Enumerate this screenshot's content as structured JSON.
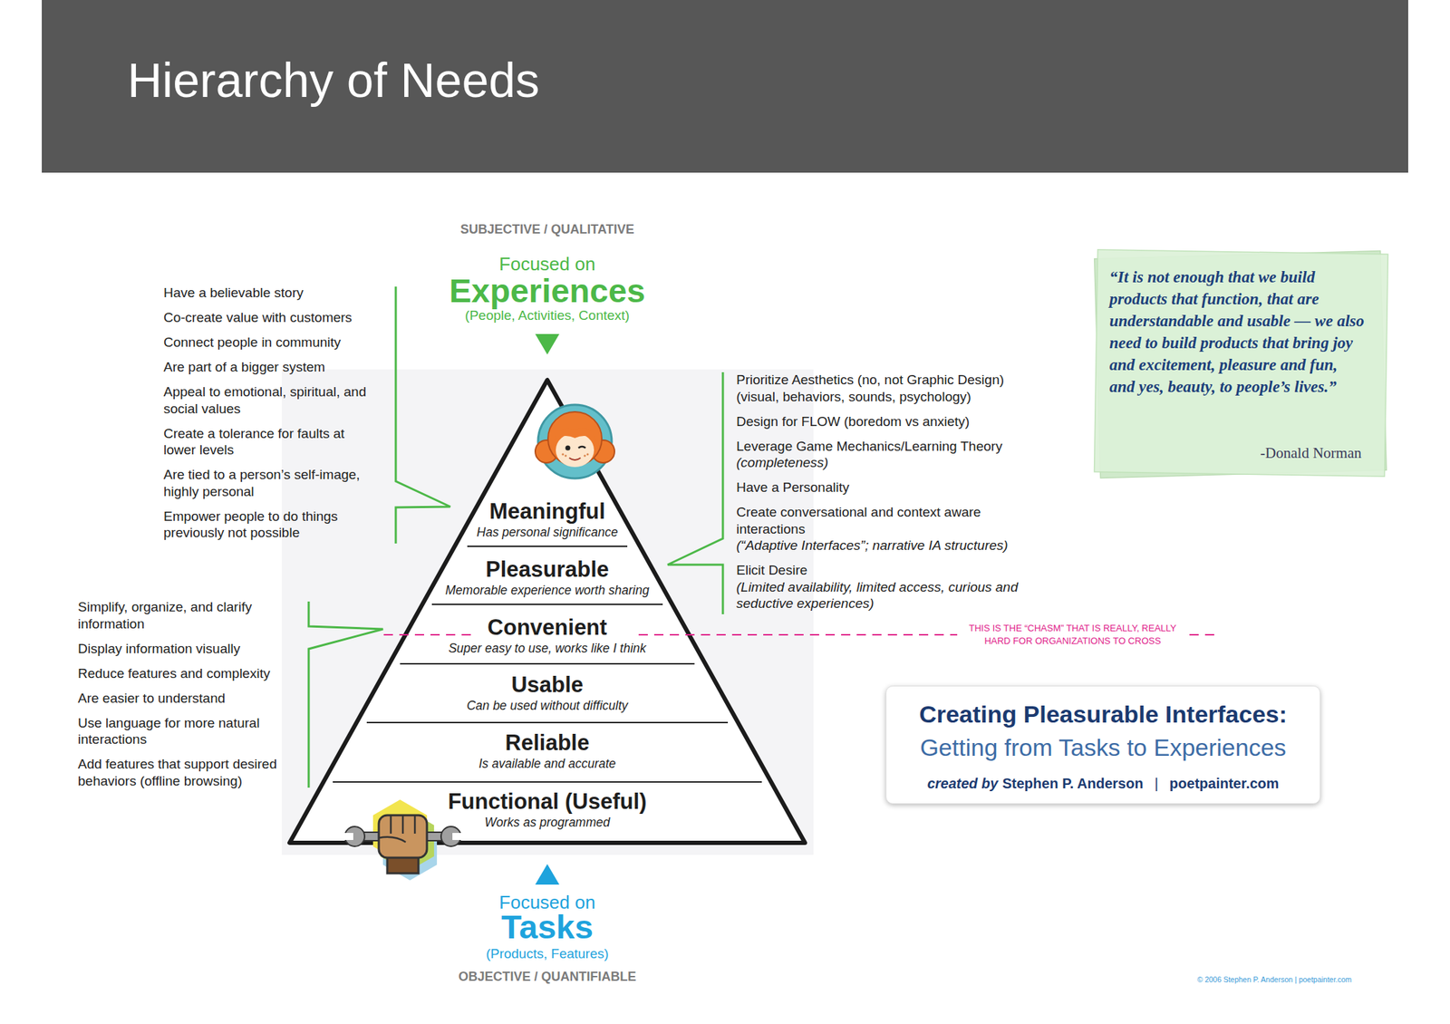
{
  "diagram": {
    "title": "Hierarchy of Needs",
    "nodes": [
      {
        "text": [
          "Meaningful",
          "Has personal significance"
        ]
      },
      {
        "text": [
          "Pleasurable",
          "Memorable experience worth sharing"
        ]
      },
      {
        "text": [
          "Convenient",
          "Super easy to use, works like I think"
        ]
      },
      {
        "text": [
          "Usable",
          "Can be used without difficulty"
        ]
      },
      {
        "text": [
          "Reliable",
          "Is available and accurate"
        ]
      },
      {
        "text": [
          "Functional (Useful)",
          "Works as programmed"
        ]
      },
      {
        "text": [
          "“It is not enough that we build products that function, that are understandable and usable — we also need to build products that bring joy and excitement, pleasure and fun, and yes, beauty, to people’s lives.”",
          "-Donald Norman"
        ]
      },
      {
        "text": [
          "Creating Pleasurable Interfaces:",
          "Getting from Tasks to Experiences",
          "created by",
          "Stephen P. Anderson",
          "|",
          "poetpainter.com"
        ]
      }
    ],
    "labels": [
      "SUBJECTIVE / QUALITATIVE",
      "Focused on",
      "Experiences",
      "(People, Activities, Context)",
      "Have a believable story",
      "Co-create value with customers",
      "Connect people in community",
      "Are part of a bigger system",
      "Appeal to emotional, spiritual, and social values",
      "Create a tolerance for faults at lower levels",
      "Are tied to a person’s self-image, highly personal",
      "Empower people to do things previously not possible",
      "Prioritize Aesthetics (no, not Graphic Design) (visual, behaviors, sounds, psychology)",
      "Design for FLOW (boredom vs anxiety)",
      "Leverage Game Mechanics/Learning Theory",
      "(completeness)",
      "Have a Personality",
      "Create conversational and context aware interactions",
      "(“Adaptive Interfaces”; narrative IA structures)",
      "Elicit Desire",
      "(Limited availability, limited access, curious and seductive experiences)",
      "Simplify, organize, and clarify information",
      "Display information visually",
      "Reduce features and complexity",
      "Are easier to understand",
      "Use language for more natural interactions",
      "Add features that support desired behaviors (offline browsing)",
      "THIS IS THE “CHASM” THAT IS REALLY, REALLY HARD FOR ORGANIZATIONS TO CROSS",
      "Focused on",
      "Tasks",
      "(Products, Features)",
      "OBJECTIVE / QUANTIFIABLE",
      "© 2006 Stephen P. Anderson | poetpainter.com"
    ]
  }
}
